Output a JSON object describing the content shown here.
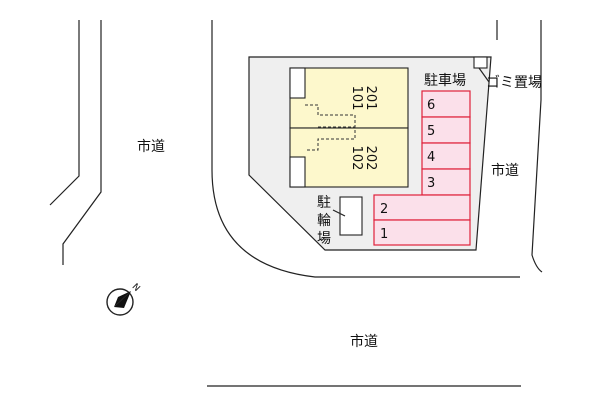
{
  "labels": {
    "road_west": "市道",
    "road_east": "市道",
    "road_south": "市道",
    "parking": "駐車場",
    "trash": "ゴミ置場",
    "bike": [
      "駐",
      "輪",
      "場"
    ]
  },
  "rooms": {
    "upper_top": "201",
    "upper_bottom": "101",
    "lower_top": "202",
    "lower_bottom": "102"
  },
  "parking_stalls": [
    "1",
    "2",
    "3",
    "4",
    "5",
    "6"
  ],
  "compass": {
    "north_label": "N"
  }
}
